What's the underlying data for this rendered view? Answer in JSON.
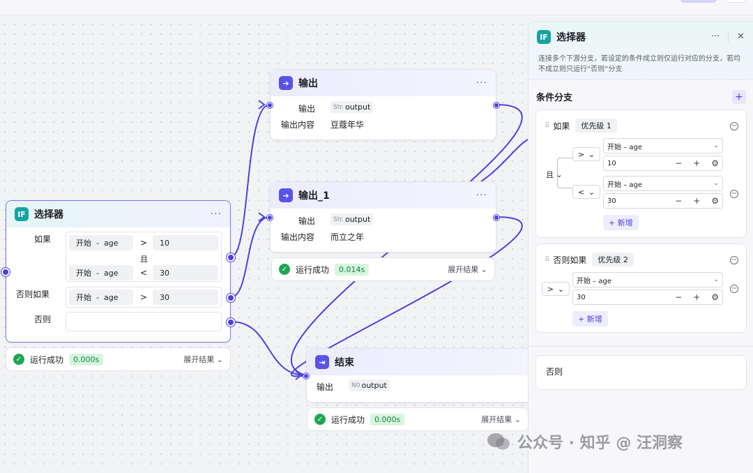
{
  "canvas": {
    "selector_node": {
      "title": "选择器",
      "icon": "IF",
      "if_label": "如果",
      "elseif_label": "否则如果",
      "else_label": "否则",
      "and_label": "且",
      "conditions": [
        {
          "var_src": "开始",
          "dash": "-",
          "var": "age",
          "op": ">",
          "value": "10"
        },
        {
          "var_src": "开始",
          "dash": "-",
          "var": "age",
          "op": "<",
          "value": "30"
        },
        {
          "var_src": "开始",
          "dash": "-",
          "var": "age",
          "op": ">",
          "value": "30"
        }
      ],
      "status": {
        "text": "运行成功",
        "time": "0.000s",
        "expand": "展开结果"
      }
    },
    "output_node": {
      "title": "输出",
      "output_label": "输出",
      "type_icon": "Str.",
      "output_value": "output",
      "content_label": "输出内容",
      "content_value": "豆蔻年华"
    },
    "output1_node": {
      "title": "输出_1",
      "output_label": "输出",
      "type_icon": "Str.",
      "output_value": "output",
      "content_label": "输出内容",
      "content_value": "而立之年",
      "status": {
        "text": "运行成功",
        "time": "0.014s",
        "expand": "展开结果"
      }
    },
    "end_node": {
      "title": "结束",
      "output_label": "输出",
      "type_icon": "N0",
      "output_value": "output",
      "status": {
        "text": "运行成功",
        "time": "0.000s",
        "expand": "展开结果"
      }
    }
  },
  "panel": {
    "title": "选择器",
    "icon": "IF",
    "more": "···",
    "close": "✕",
    "description": "连接多个下游分支，若设定的条件成立则仅运行对应的分支，若均不成立则只运行“否则”分支",
    "section_title": "条件分支",
    "add": "+",
    "branch1": {
      "label": "如果",
      "priority": "优先级 1",
      "and_label": "且",
      "cond1": {
        "op": ">",
        "var": "开始 – age",
        "value": "10"
      },
      "cond2": {
        "op": "<",
        "var": "开始 – age",
        "value": "30"
      },
      "add_label": "+ 新增"
    },
    "branch2": {
      "label": "否则如果",
      "priority": "优先级 2",
      "cond1": {
        "op": ">",
        "var": "开始 – age",
        "value": "30"
      },
      "add_label": "+ 新增"
    },
    "else_label": "否则"
  },
  "watermark": "公众号 · 知乎 @ 汪洞察",
  "colors": {
    "accent": "#4a42e0",
    "success": "#1fa655",
    "teal": "#16a3a3"
  }
}
